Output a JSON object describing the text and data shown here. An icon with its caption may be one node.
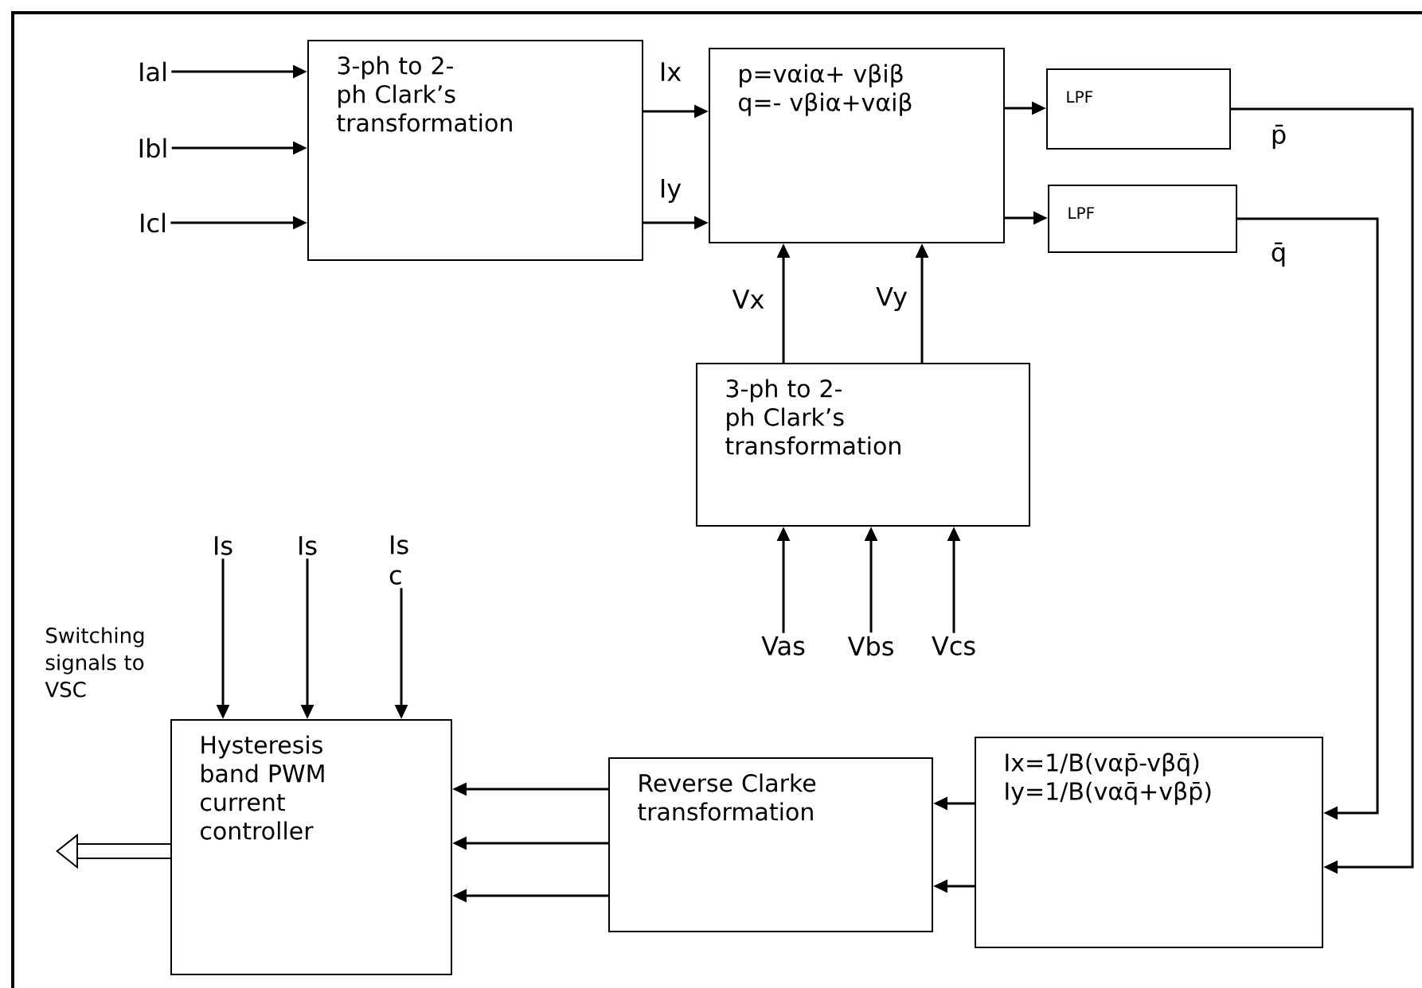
{
  "diagram": {
    "nodes": [
      {
        "text": [
          "3-ph to 2-ph Clark’s transformation"
        ]
      },
      {
        "text": [
          "p=vαiα+ vβiβ",
          "q=- vβiα+vαiβ"
        ]
      },
      {
        "text": [
          "LPF"
        ]
      },
      {
        "text": [
          "LPF"
        ]
      },
      {
        "text": [
          "3-ph to 2-ph Clark’s transformation"
        ]
      },
      {
        "text": [
          "Hysteresis band PWM current controller"
        ]
      },
      {
        "text": [
          "Reverse Clarke transformation"
        ]
      },
      {
        "text": [
          "Ix=1/B(vαp̄-vβq̄)",
          "Iy=1/B(vαq̄+vβp̄)"
        ]
      },
      {
        "text": [
          "Ial"
        ]
      },
      {
        "text": [
          "Ibl"
        ]
      },
      {
        "text": [
          "Icl"
        ]
      },
      {
        "text": [
          "Vas"
        ]
      },
      {
        "text": [
          "Vbs"
        ]
      },
      {
        "text": [
          "Vcs"
        ]
      },
      {
        "text": [
          "Is"
        ]
      },
      {
        "text": [
          "Is"
        ]
      },
      {
        "text": [
          "Is c"
        ]
      }
    ],
    "edges": [
      {
        "from": 8,
        "to": 0,
        "arrow": "to"
      },
      {
        "from": 9,
        "to": 0,
        "arrow": "to"
      },
      {
        "from": 10,
        "to": 0,
        "arrow": "to"
      },
      {
        "from": 0,
        "to": 1,
        "arrow": "to",
        "label": "Ix"
      },
      {
        "from": 0,
        "to": 1,
        "arrow": "to",
        "label": "Iy"
      },
      {
        "from": 1,
        "to": 2,
        "arrow": "to"
      },
      {
        "from": 1,
        "to": 3,
        "arrow": "to"
      },
      {
        "from": 4,
        "to": 1,
        "arrow": "to",
        "label": "Vx"
      },
      {
        "from": 4,
        "to": 1,
        "arrow": "to",
        "label": "Vy"
      },
      {
        "from": 11,
        "to": 4,
        "arrow": "to"
      },
      {
        "from": 12,
        "to": 4,
        "arrow": "to"
      },
      {
        "from": 13,
        "to": 4,
        "arrow": "to"
      },
      {
        "from": 2,
        "to": 7,
        "arrow": "to",
        "label": "p̄"
      },
      {
        "from": 3,
        "to": 7,
        "arrow": "to",
        "label": "q̄"
      },
      {
        "from": 7,
        "to": 6,
        "arrow": "to"
      },
      {
        "from": 7,
        "to": 6,
        "arrow": "to"
      },
      {
        "from": 6,
        "to": 5,
        "arrow": "to"
      },
      {
        "from": 6,
        "to": 5,
        "arrow": "to"
      },
      {
        "from": 6,
        "to": 5,
        "arrow": "to"
      },
      {
        "from": 14,
        "to": 5,
        "arrow": "to"
      },
      {
        "from": 15,
        "to": 5,
        "arrow": "to"
      },
      {
        "from": 16,
        "to": 5,
        "arrow": "to"
      },
      {
        "from": 5,
        "to": null,
        "arrow": "to",
        "style": "thick"
      }
    ],
    "labels": [
      "Switching signals to VSC"
    ]
  }
}
